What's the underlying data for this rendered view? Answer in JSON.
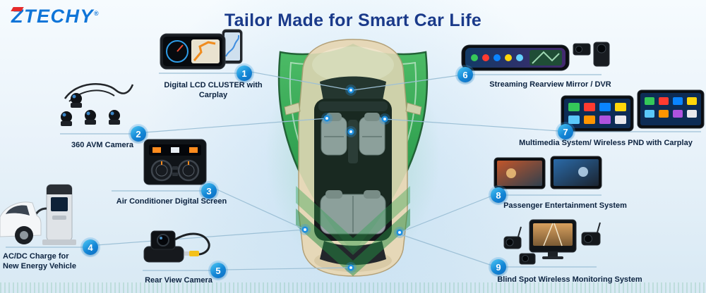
{
  "brand": {
    "name": "ZTECHY",
    "registered": "®"
  },
  "title": "Tailor Made for Smart Car Life",
  "products": [
    {
      "num": "1",
      "label": "Digital LCD CLUSTER with Carplay"
    },
    {
      "num": "2",
      "label": "360 AVM Camera"
    },
    {
      "num": "3",
      "label": "Air Conditioner Digital Screen"
    },
    {
      "num": "4",
      "label_line1": "AC/DC Charge for",
      "label_line2": "New Energy Vehicle"
    },
    {
      "num": "5",
      "label": "Rear View Camera"
    },
    {
      "num": "6",
      "label": "Streaming Rearview Mirror / DVR"
    },
    {
      "num": "7",
      "label": "Multimedia System/ Wireless PND with Carplay"
    },
    {
      "num": "8",
      "label": "Passenger Entertainment System"
    },
    {
      "num": "9",
      "label": "Blind Spot Wireless Monitoring System"
    }
  ],
  "colors": {
    "title_navy": "#1a3a8a",
    "logo_blue": "#0f75d8",
    "logo_red": "#e62a2a",
    "badge_blue_light": "#4ec9f5",
    "badge_blue_dark": "#0c6cc2",
    "shield_green": "#2a9d4a",
    "connector_blue": "#9dc0d6",
    "label_dark": "#0c2340"
  }
}
